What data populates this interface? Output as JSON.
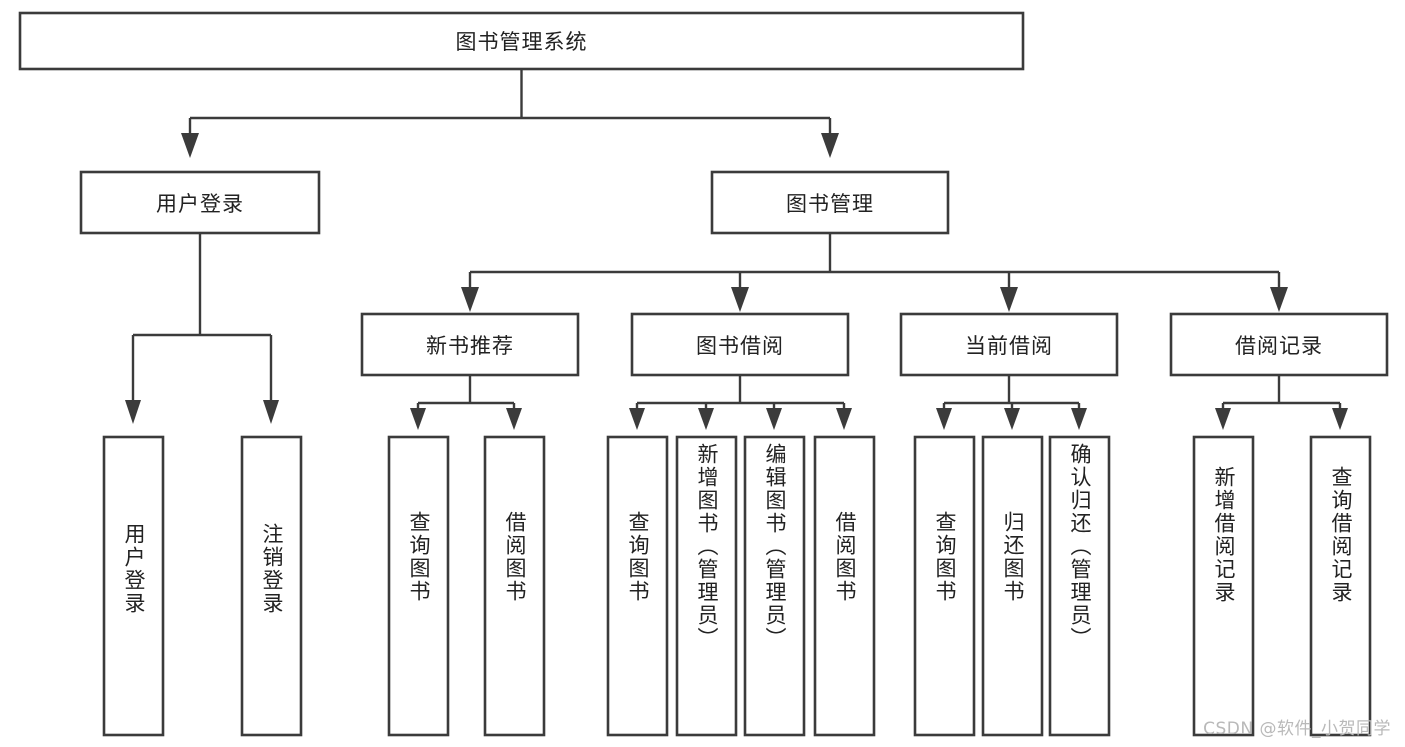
{
  "diagram": {
    "title": "图书管理系统",
    "type": "tree-hierarchy-diagram",
    "root": {
      "id": "root",
      "label": "图书管理系统",
      "orientation": "horizontal"
    },
    "level2": [
      {
        "id": "user-login",
        "label": "用户登录",
        "orientation": "horizontal"
      },
      {
        "id": "book-management",
        "label": "图书管理",
        "orientation": "horizontal"
      }
    ],
    "level3": [
      {
        "id": "new-book-recommend",
        "label": "新书推荐",
        "orientation": "horizontal",
        "parent": "book-management"
      },
      {
        "id": "book-borrow",
        "label": "图书借阅",
        "orientation": "horizontal",
        "parent": "book-management"
      },
      {
        "id": "current-borrow",
        "label": "当前借阅",
        "orientation": "horizontal",
        "parent": "book-management"
      },
      {
        "id": "borrow-record",
        "label": "借阅记录",
        "orientation": "horizontal",
        "parent": "book-management"
      }
    ],
    "leaves": [
      {
        "id": "leaf-user-login",
        "label": "用户登录",
        "parent": "user-login"
      },
      {
        "id": "leaf-logout-login",
        "label": "注销登录",
        "parent": "user-login"
      },
      {
        "id": "leaf-query-book-1",
        "label": "查询图书",
        "parent": "new-book-recommend"
      },
      {
        "id": "leaf-borrow-book-1",
        "label": "借阅图书",
        "parent": "new-book-recommend"
      },
      {
        "id": "leaf-query-book-2",
        "label": "查询图书",
        "parent": "book-borrow"
      },
      {
        "id": "leaf-add-book",
        "label": "新增图书（管理员）",
        "parent": "book-borrow"
      },
      {
        "id": "leaf-edit-book",
        "label": "编辑图书（管理员）",
        "parent": "book-borrow"
      },
      {
        "id": "leaf-borrow-book-2",
        "label": "借阅图书",
        "parent": "book-borrow"
      },
      {
        "id": "leaf-query-book-3",
        "label": "查询图书",
        "parent": "current-borrow"
      },
      {
        "id": "leaf-return-book",
        "label": "归还图书",
        "parent": "current-borrow"
      },
      {
        "id": "leaf-confirm-return",
        "label": "确认归还（管理员）",
        "parent": "current-borrow"
      },
      {
        "id": "leaf-add-record",
        "label": "新增借阅记录",
        "parent": "borrow-record"
      },
      {
        "id": "leaf-query-record",
        "label": "查询借阅记录",
        "parent": "borrow-record"
      }
    ],
    "colors": {
      "stroke": "#3b3b3b",
      "fill": "#ffffff",
      "text": "#222222",
      "watermark": "#b9b9b9",
      "background": "#ffffff"
    }
  },
  "watermark": {
    "text": "CSDN @软件_小贺同学"
  }
}
